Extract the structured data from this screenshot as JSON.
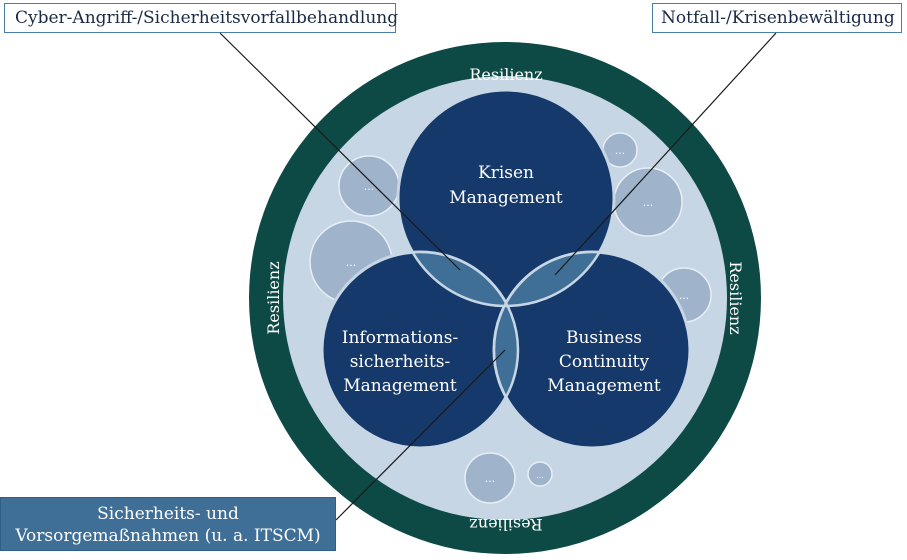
{
  "colors": {
    "ring": "#0e4a45",
    "inner_fill": "#c7d6e4",
    "circle_fill": "#16396b",
    "circle_stroke": "#c7d6e4",
    "overlap_fill": "#3f6f96",
    "bubble_fill": "#9fb3cb",
    "callout_border": "#4a7fa6",
    "callout_bottom_fill": "#3f6f96"
  },
  "resilience_label": "Resilienz",
  "circles": {
    "krisen": [
      "Krisen",
      "Management"
    ],
    "informations": [
      "Informations-",
      "sicherheits-",
      "Management"
    ],
    "business": [
      "Business",
      "Continuity",
      "Management"
    ]
  },
  "bubble_label": "...",
  "callouts": {
    "left": "Cyber-Angriff-/Sicherheitsvorfallbehandlung",
    "right": "Notfall-/Krisenbewältigung",
    "bottom_line1": "Sicherheits- und",
    "bottom_line2": "Vorsorgemaßnahmen (u. a. ITSCM)"
  }
}
